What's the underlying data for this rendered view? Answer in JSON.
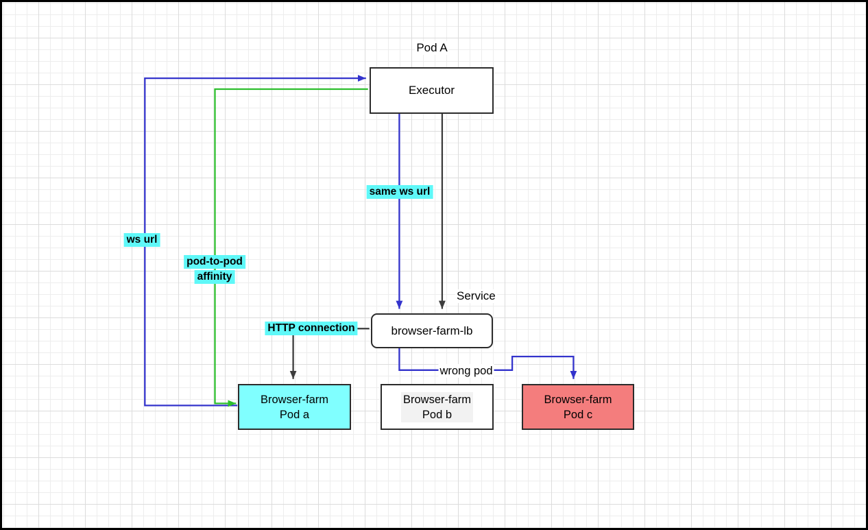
{
  "colors": {
    "edge_blue": "#3333cc",
    "edge_green": "#2dbe2d",
    "edge_black": "#3c3c3c",
    "node_border": "#2b2b2b",
    "node_fill_white": "#ffffff",
    "pod_a_fill": "#80ffff",
    "pod_c_fill": "#f47d7d",
    "label_highlight": "#5ff8f8"
  },
  "nodes": {
    "pod_a_group": "Pod A",
    "executor": "Executor",
    "service": "Service",
    "lb": "browser-farm-lb",
    "pod_a": "Browser-farm\nPod a",
    "pod_b": "Browser-farm\nPod b",
    "pod_c": "Browser-farm\nPod c"
  },
  "edge_labels": {
    "ws_url": "ws url",
    "pod_to_pod": "pod-to-pod",
    "affinity": "affinity",
    "same_ws_url": "same ws url",
    "http_connection": "HTTP connection",
    "wrong_pod": "wrong pod"
  }
}
